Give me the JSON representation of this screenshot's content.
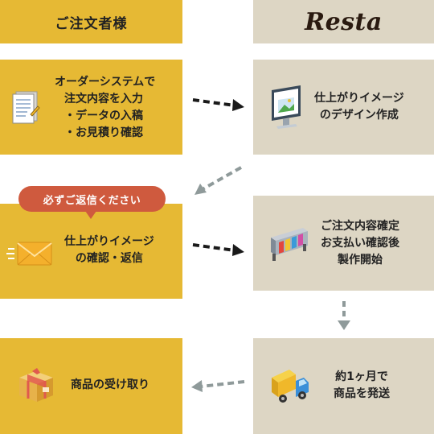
{
  "header": {
    "customer_label": "ご注文者様",
    "brand_logo_text": "Resta"
  },
  "steps": {
    "order": {
      "lines": [
        "オーダーシステムで",
        "注文内容を入力",
        "・データの入稿",
        "・お見積り確認"
      ]
    },
    "design": {
      "lines": [
        "仕上がりイメージ",
        "のデザイン作成"
      ]
    },
    "confirm": {
      "lines": [
        "仕上がりイメージ",
        "の確認・返信"
      ]
    },
    "production": {
      "lines": [
        "ご注文内容確定",
        "お支払い確認後",
        "製作開始"
      ]
    },
    "shipping": {
      "lines": [
        "約1ヶ月で",
        "商品を発送"
      ]
    },
    "receive": {
      "lines": [
        "商品の受け取り"
      ]
    }
  },
  "notice": {
    "text": "必ずご返信ください"
  },
  "colors": {
    "customer_bg": "#e6b934",
    "resta_bg": "#ddd6c4",
    "notice_bg": "#cf5a3e",
    "arrow_dark": "#1a1a1a",
    "arrow_gray": "#8f9a9a"
  },
  "icons": [
    "document-icon",
    "monitor-icon",
    "envelope-icon",
    "printer-icon",
    "truck-icon",
    "package-icon"
  ]
}
